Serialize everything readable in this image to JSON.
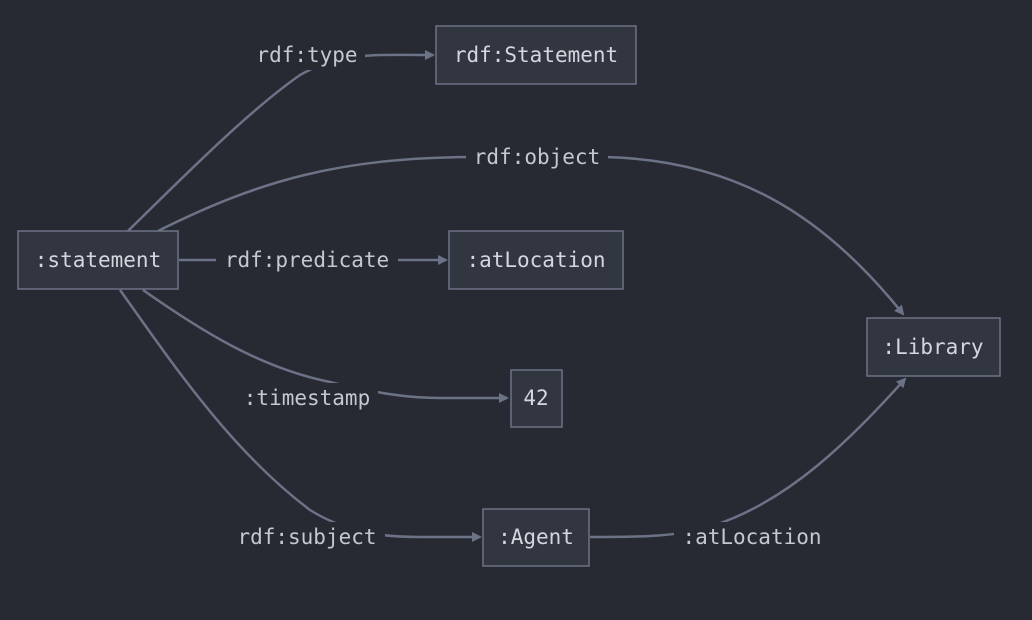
{
  "diagram": {
    "colors": {
      "background": "#272a33",
      "node_fill": "#323641",
      "node_stroke": "#6c7386",
      "edge": "#6c7386",
      "text": "#d3d7df"
    },
    "nodes": {
      "statement": ":statement",
      "rdf_statement": "rdf:Statement",
      "atlocation": ":atLocation",
      "value_42": "42",
      "agent": ":Agent",
      "library": ":Library"
    },
    "edges": {
      "type": "rdf:type",
      "object": "rdf:object",
      "predicate": "rdf:predicate",
      "timestamp": ":timestamp",
      "subject": "rdf:subject",
      "agent_location": ":atLocation"
    }
  }
}
